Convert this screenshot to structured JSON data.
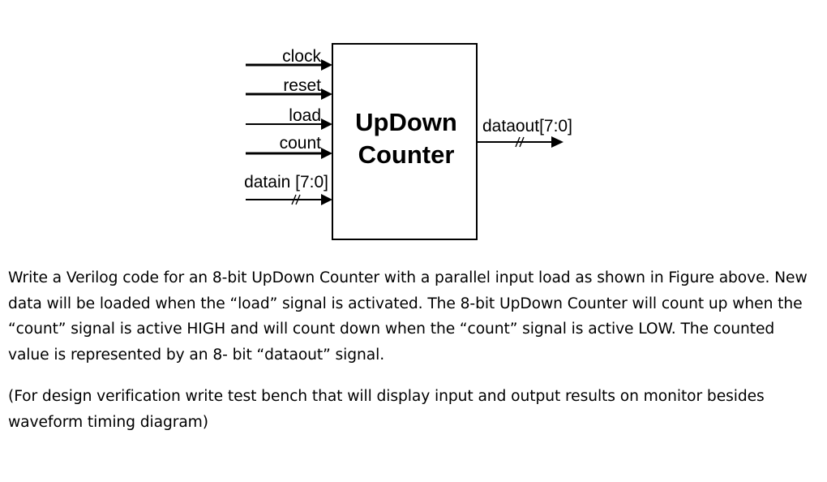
{
  "diagram": {
    "block_label_line1": "UpDown",
    "block_label_line2": "Counter",
    "inputs": [
      {
        "label": "clock"
      },
      {
        "label": "reset"
      },
      {
        "label": "load"
      },
      {
        "label": "count"
      },
      {
        "label": "datain [7:0]"
      }
    ],
    "output": {
      "label": "dataout[7:0]"
    }
  },
  "text": {
    "paragraph_1": "Write a Verilog code for an 8-bit UpDown Counter with a parallel input load as shown in Figure above. New data will be loaded when the “load” signal is activated. The 8-bit UpDown Counter will count up when the “count” signal is active HIGH and will count down when the “count” signal is active LOW. The counted value is represented by an 8- bit “dataout” signal.",
    "paragraph_2": "(For design verification write test bench that will display input and output results on monitor besides waveform timing diagram)"
  }
}
